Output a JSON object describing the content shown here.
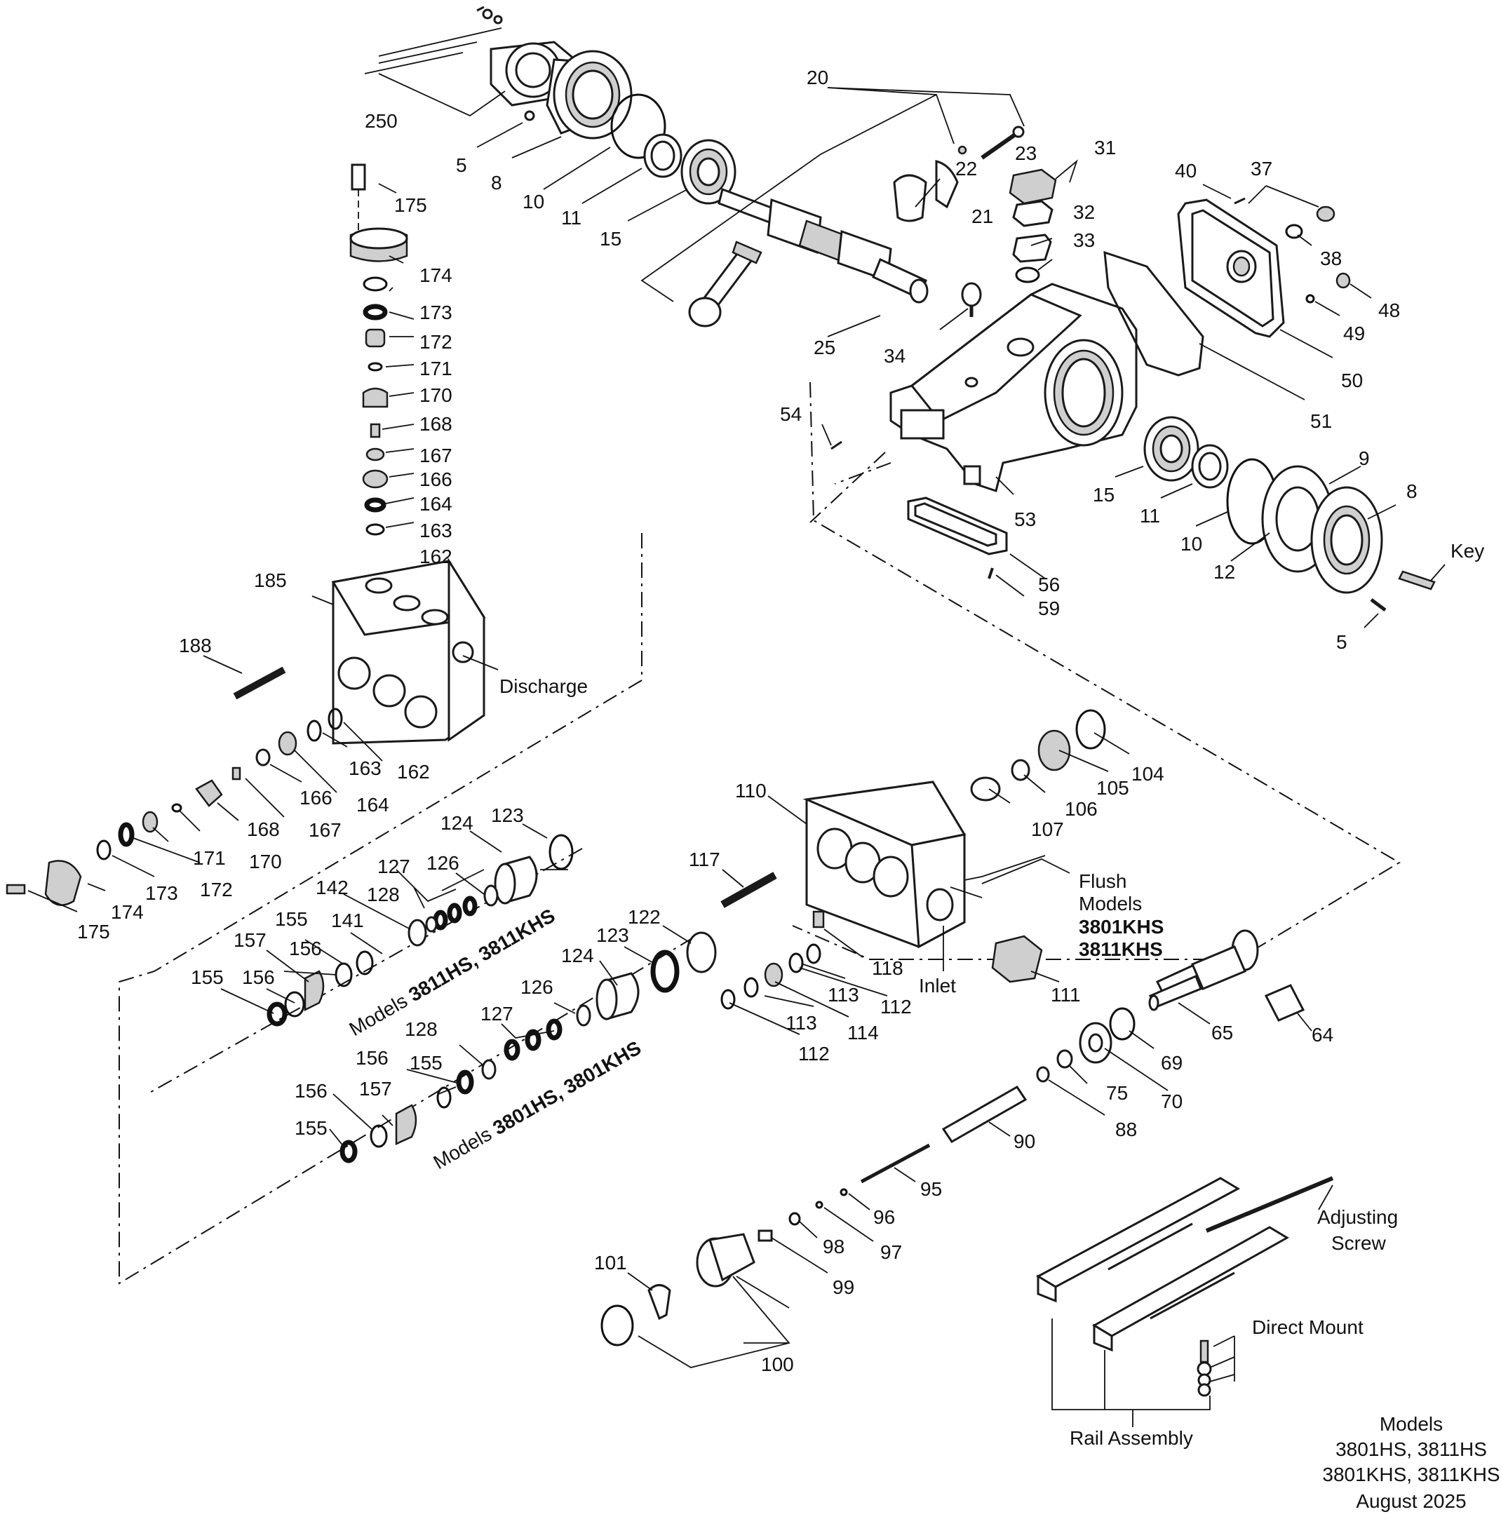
{
  "callouts": [
    {
      "id": "c250",
      "text": "250"
    },
    {
      "id": "c5a",
      "text": "5"
    },
    {
      "id": "c8a",
      "text": "8"
    },
    {
      "id": "c10a",
      "text": "10"
    },
    {
      "id": "c11a",
      "text": "11"
    },
    {
      "id": "c15a",
      "text": "15"
    },
    {
      "id": "c20",
      "text": "20"
    },
    {
      "id": "c22",
      "text": "22"
    },
    {
      "id": "c23",
      "text": "23"
    },
    {
      "id": "c21",
      "text": "21"
    },
    {
      "id": "c25",
      "text": "25"
    },
    {
      "id": "c31",
      "text": "31"
    },
    {
      "id": "c32",
      "text": "32"
    },
    {
      "id": "c33",
      "text": "33"
    },
    {
      "id": "c34",
      "text": "34"
    },
    {
      "id": "c40",
      "text": "40"
    },
    {
      "id": "c37",
      "text": "37"
    },
    {
      "id": "c38",
      "text": "38"
    },
    {
      "id": "c48",
      "text": "48"
    },
    {
      "id": "c49",
      "text": "49"
    },
    {
      "id": "c50",
      "text": "50"
    },
    {
      "id": "c51",
      "text": "51"
    },
    {
      "id": "c54",
      "text": "54"
    },
    {
      "id": "c53",
      "text": "53"
    },
    {
      "id": "c15b",
      "text": "15"
    },
    {
      "id": "c11b",
      "text": "11"
    },
    {
      "id": "c10b",
      "text": "10"
    },
    {
      "id": "c9",
      "text": "9"
    },
    {
      "id": "c8b",
      "text": "8"
    },
    {
      "id": "c12",
      "text": "12"
    },
    {
      "id": "c56",
      "text": "56"
    },
    {
      "id": "c59",
      "text": "59"
    },
    {
      "id": "c5b",
      "text": "5"
    },
    {
      "id": "c175a",
      "text": "175"
    },
    {
      "id": "c174a",
      "text": "174"
    },
    {
      "id": "c173a",
      "text": "173"
    },
    {
      "id": "c172a",
      "text": "172"
    },
    {
      "id": "c171a",
      "text": "171"
    },
    {
      "id": "c170a",
      "text": "170"
    },
    {
      "id": "c168a",
      "text": "168"
    },
    {
      "id": "c167a",
      "text": "167"
    },
    {
      "id": "c166a",
      "text": "166"
    },
    {
      "id": "c164a",
      "text": "164"
    },
    {
      "id": "c163a",
      "text": "163"
    },
    {
      "id": "c162a",
      "text": "162"
    },
    {
      "id": "c185",
      "text": "185"
    },
    {
      "id": "c188",
      "text": "188"
    },
    {
      "id": "c163b",
      "text": "163"
    },
    {
      "id": "c162b",
      "text": "162"
    },
    {
      "id": "c166b",
      "text": "166"
    },
    {
      "id": "c164b",
      "text": "164"
    },
    {
      "id": "c167b",
      "text": "167"
    },
    {
      "id": "c168b",
      "text": "168"
    },
    {
      "id": "c171b",
      "text": "171"
    },
    {
      "id": "c170b",
      "text": "170"
    },
    {
      "id": "c173b",
      "text": "173"
    },
    {
      "id": "c172b",
      "text": "172"
    },
    {
      "id": "c174b",
      "text": "174"
    },
    {
      "id": "c175b",
      "text": "175"
    },
    {
      "id": "c124a",
      "text": "124"
    },
    {
      "id": "c123a",
      "text": "123"
    },
    {
      "id": "c127a",
      "text": "127"
    },
    {
      "id": "c126a",
      "text": "126"
    },
    {
      "id": "c142",
      "text": "142"
    },
    {
      "id": "c128a",
      "text": "128"
    },
    {
      "id": "c155a",
      "text": "155"
    },
    {
      "id": "c141",
      "text": "141"
    },
    {
      "id": "c157a",
      "text": "157"
    },
    {
      "id": "c156a",
      "text": "156"
    },
    {
      "id": "c155b",
      "text": "155"
    },
    {
      "id": "c156b",
      "text": "156"
    },
    {
      "id": "c122",
      "text": "122"
    },
    {
      "id": "c123b",
      "text": "123"
    },
    {
      "id": "c124b",
      "text": "124"
    },
    {
      "id": "c126b",
      "text": "126"
    },
    {
      "id": "c127b",
      "text": "127"
    },
    {
      "id": "c128b",
      "text": "128"
    },
    {
      "id": "c156c",
      "text": "156"
    },
    {
      "id": "c155c",
      "text": "155"
    },
    {
      "id": "c156d",
      "text": "156"
    },
    {
      "id": "c157b",
      "text": "157"
    },
    {
      "id": "c155d",
      "text": "155"
    },
    {
      "id": "c110",
      "text": "110"
    },
    {
      "id": "c117",
      "text": "117"
    },
    {
      "id": "c118",
      "text": "118"
    },
    {
      "id": "c113a",
      "text": "113"
    },
    {
      "id": "c112a",
      "text": "112"
    },
    {
      "id": "c113b",
      "text": "113"
    },
    {
      "id": "c114",
      "text": "114"
    },
    {
      "id": "c112b",
      "text": "112"
    },
    {
      "id": "c111",
      "text": "111"
    },
    {
      "id": "c107",
      "text": "107"
    },
    {
      "id": "c106",
      "text": "106"
    },
    {
      "id": "c105",
      "text": "105"
    },
    {
      "id": "c104",
      "text": "104"
    },
    {
      "id": "c65",
      "text": "65"
    },
    {
      "id": "c64",
      "text": "64"
    },
    {
      "id": "c69",
      "text": "69"
    },
    {
      "id": "c70",
      "text": "70"
    },
    {
      "id": "c75",
      "text": "75"
    },
    {
      "id": "c88",
      "text": "88"
    },
    {
      "id": "c90",
      "text": "90"
    },
    {
      "id": "c95",
      "text": "95"
    },
    {
      "id": "c96",
      "text": "96"
    },
    {
      "id": "c97",
      "text": "97"
    },
    {
      "id": "c98",
      "text": "98"
    },
    {
      "id": "c99",
      "text": "99"
    },
    {
      "id": "c101",
      "text": "101"
    },
    {
      "id": "c100",
      "text": "100"
    }
  ],
  "labels": {
    "discharge": "Discharge",
    "inlet": "Inlet",
    "key": "Key",
    "flush_1": "Flush",
    "flush_2": "Models",
    "flush_3": "3801KHS",
    "flush_4": "3811KHS",
    "adjusting_1": "Adjusting",
    "adjusting_2": "Screw",
    "direct_mount": "Direct Mount",
    "rail_assembly": "Rail Assembly",
    "models_a_prefix": "Models ",
    "models_a_bold": "3811HS, 3811KHS",
    "models_b_prefix": "Models ",
    "models_b_bold": "3801HS, 3801KHS"
  },
  "footer": {
    "line1": "Models",
    "line2": "3801HS, 3811HS",
    "line3": "3801KHS, 3811KHS",
    "line4": "August 2025"
  }
}
